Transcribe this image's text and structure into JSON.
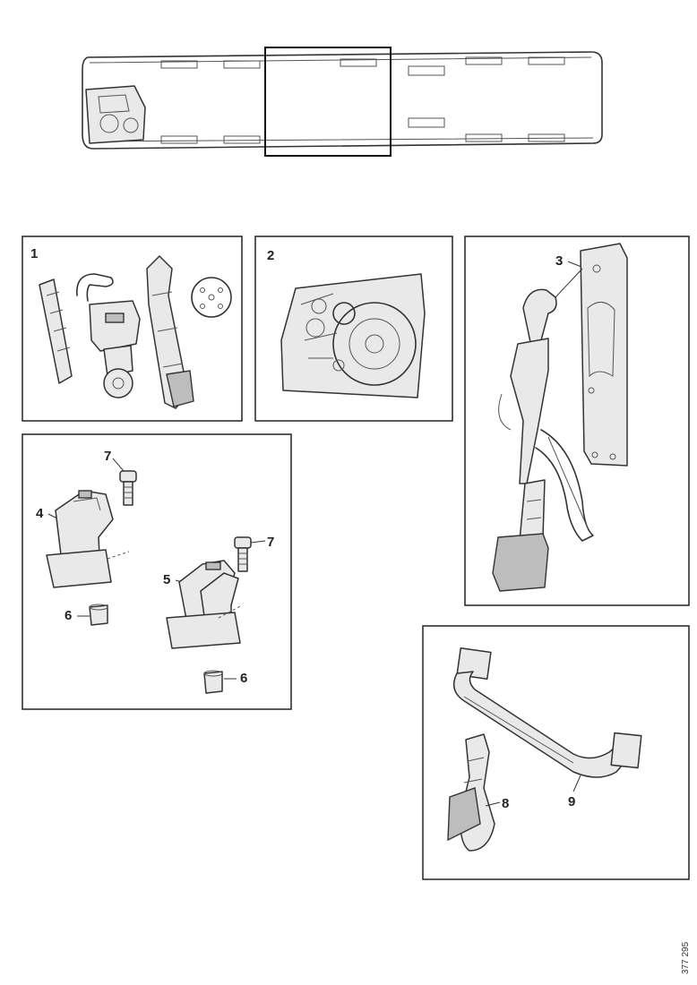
{
  "callouts": {
    "panel1": "1",
    "panel2": "2",
    "c3": "3",
    "c4": "4",
    "c5": "5",
    "c6a": "6",
    "c6b": "6",
    "c7a": "7",
    "c7b": "7",
    "c8": "8",
    "c9": "9"
  },
  "reference_code": "377 295"
}
